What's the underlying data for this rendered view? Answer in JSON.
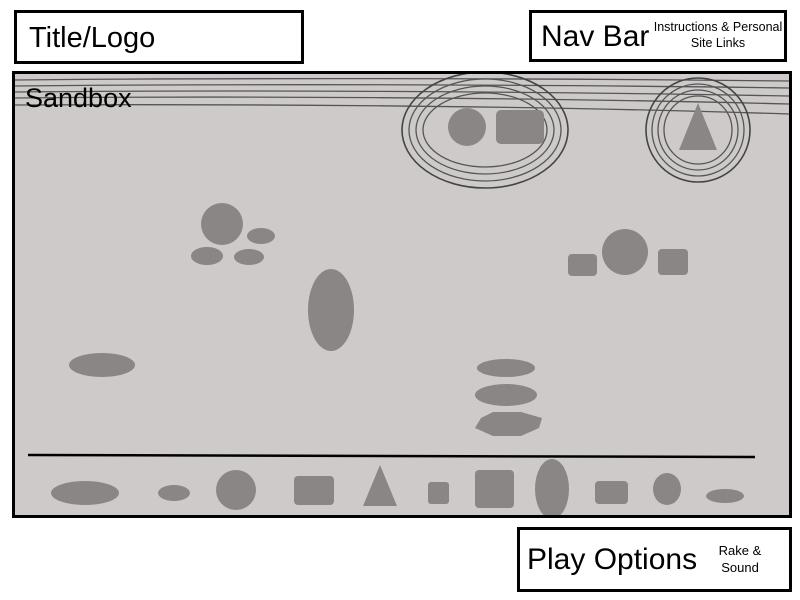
{
  "header": {
    "title_logo": "Title/Logo",
    "nav_bar": "Nav Bar",
    "nav_links": "Instructions & Personal Site Links"
  },
  "sandbox": {
    "label": "Sandbox"
  },
  "footer": {
    "play_options": "Play Options",
    "play_sub": "Rake & Sound"
  },
  "colors": {
    "sandbox_bg": "#cfcaca",
    "shape_fill": "#8a8686",
    "border": "#000000"
  }
}
